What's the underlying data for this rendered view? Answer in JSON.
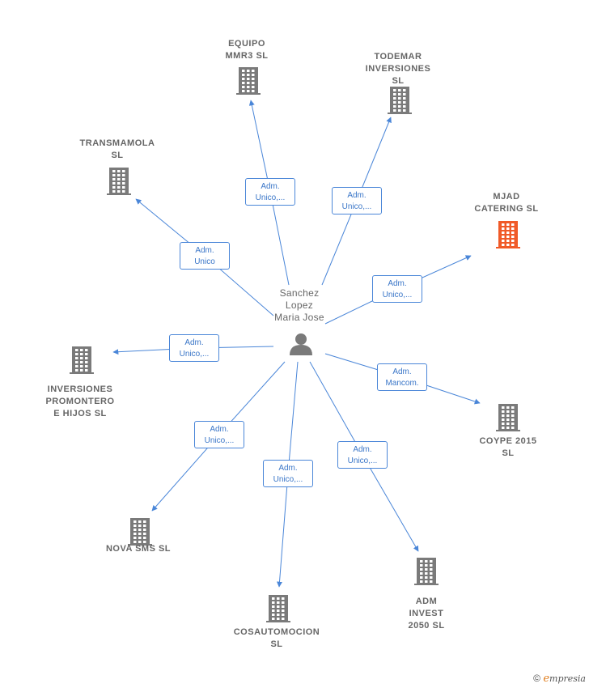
{
  "person": {
    "name": "Sanchez\nLopez\nMaria Jose"
  },
  "companies": [
    {
      "id": "equipo",
      "name": "EQUIPO\nMMR3  SL",
      "focus": false
    },
    {
      "id": "todemar",
      "name": "TODEMAR\nINVERSIONES\nSL",
      "focus": false
    },
    {
      "id": "transmamola",
      "name": "TRANSMAMOLA\nSL",
      "focus": false
    },
    {
      "id": "mjad",
      "name": "MJAD\nCATERING  SL",
      "focus": true
    },
    {
      "id": "inversiones",
      "name": "INVERSIONES\nPROMONTERO\nE HIJOS  SL",
      "focus": false
    },
    {
      "id": "coype",
      "name": "COYPE 2015\nSL",
      "focus": false
    },
    {
      "id": "nova",
      "name": "NOVA SMS  SL",
      "focus": false
    },
    {
      "id": "cosauto",
      "name": "COSAUTOMOCION\nSL",
      "focus": false
    },
    {
      "id": "adm",
      "name": "ADM\nINVEST\n2050  SL",
      "focus": false
    }
  ],
  "roles": [
    {
      "id": "equipo",
      "label": "Adm.\nUnico,..."
    },
    {
      "id": "todemar",
      "label": "Adm.\nUnico,..."
    },
    {
      "id": "transmamola",
      "label": "Adm.\nUnico"
    },
    {
      "id": "mjad",
      "label": "Adm.\nUnico,..."
    },
    {
      "id": "inversiones",
      "label": "Adm.\nUnico,..."
    },
    {
      "id": "coype",
      "label": "Adm.\nMancom."
    },
    {
      "id": "nova",
      "label": "Adm.\nUnico,..."
    },
    {
      "id": "cosauto",
      "label": "Adm.\nUnico,..."
    },
    {
      "id": "adm",
      "label": "Adm.\nUnico,..."
    }
  ],
  "colors": {
    "edge": "#4a86d8",
    "building": "#7a7a7a",
    "focus_building": "#f05a28",
    "person": "#7a7a7a"
  },
  "footer": {
    "symbol": "©",
    "brand_initial": "e",
    "brand_rest": "mpresia"
  }
}
